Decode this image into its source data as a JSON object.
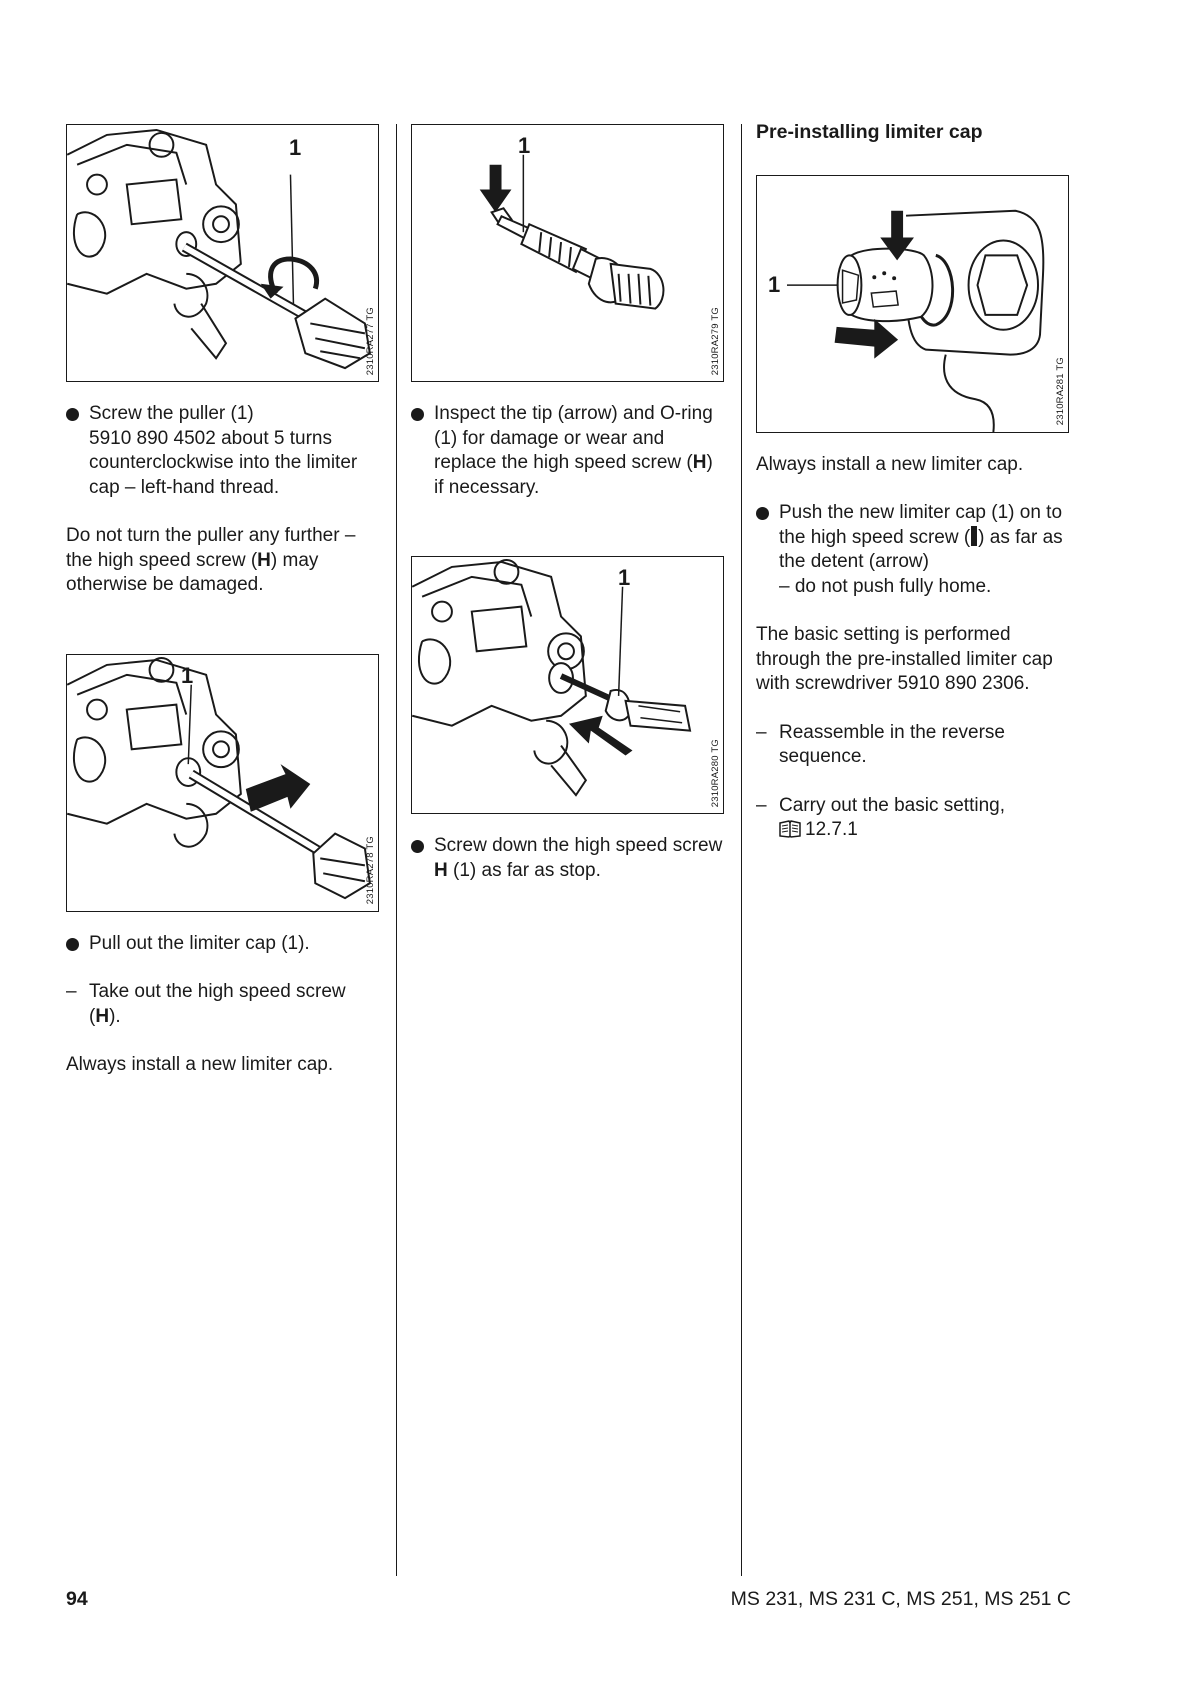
{
  "figures": {
    "fig1": {
      "code": "2310RA277 TG",
      "callout": "1"
    },
    "fig2": {
      "code": "2310RA278 TG",
      "callout": "1"
    },
    "fig3": {
      "code": "2310RA279 TG",
      "callout": "1"
    },
    "fig4": {
      "code": "2310RA280 TG",
      "callout": "1"
    },
    "fig5": {
      "code": "2310RA281 TG",
      "callout": "1"
    }
  },
  "col1": {
    "b1_line1": "Screw the puller (1)",
    "b1_line2": "5910 890 4502 about 5 turns counterclockwise into the limiter cap – left-hand thread.",
    "p1_a": "Do not turn the puller any further – the high speed screw (",
    "p1_h": "H",
    "p1_b": ") may otherwise be damaged.",
    "b2": "Pull out the limiter cap (1).",
    "d1_mark": "–",
    "d1_a": "Take out the high speed screw (",
    "d1_h": "H",
    "d1_b": ").",
    "p2": "Always install a new limiter cap."
  },
  "col2": {
    "b1_a": "Inspect the tip (arrow) and O-ring (1) for damage or wear and replace the high speed screw (",
    "b1_h": "H",
    "b1_b": ") if necessary.",
    "b2_a": "Screw down the high speed screw ",
    "b2_h": "H",
    "b2_b": " (1) as far as stop."
  },
  "col3": {
    "heading": "Pre-installing limiter cap",
    "p1": "Always install a new limiter cap.",
    "b1_a": "Push the new limiter cap (1) on to the high speed screw (",
    "b1_b": ") as far as the detent (arrow)",
    "b1_c": "– do not push fully home.",
    "p2": "The basic setting is performed through the pre-installed limiter cap with screwdriver 5910 890 2306.",
    "d1_mark": "–",
    "d1": "Reassemble in the reverse sequence.",
    "d2_mark": "–",
    "d2": "Carry out the basic setting,",
    "d2_ref": "12.7.1"
  },
  "footer": {
    "page": "94",
    "models": "MS 231, MS 231 C, MS 251, MS 251 C"
  }
}
